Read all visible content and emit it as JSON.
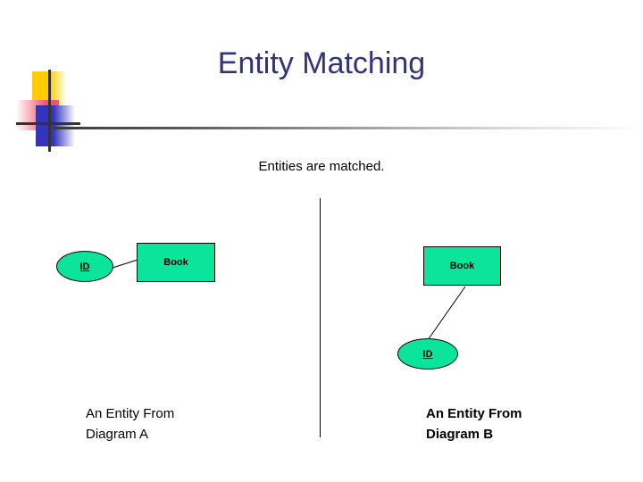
{
  "slide": {
    "title": "Entity Matching",
    "subtitle": "Entities are matched.",
    "title_color": "#333377",
    "background_color": "#ffffff"
  },
  "logo": {
    "name": "powerpoint-design-accent",
    "colors": {
      "yellow": "#FFCC00",
      "red": "#F4536A",
      "blue": "#3333BB",
      "line": "#333333"
    }
  },
  "diagram_a": {
    "caption": "An Entity From\nDiagram A",
    "entity": {
      "label": "Book",
      "shape": "rectangle"
    },
    "attribute": {
      "label": "ID",
      "shape": "ellipse",
      "is_key": true
    },
    "shape_fill": "#0BE49B",
    "shape_stroke": "#000000"
  },
  "diagram_b": {
    "caption": "An Entity From\nDiagram B",
    "entity": {
      "label": "Book",
      "shape": "rectangle"
    },
    "attribute": {
      "label": "ID",
      "shape": "ellipse",
      "is_key": true
    },
    "shape_fill": "#0BE49B",
    "shape_stroke": "#000000"
  }
}
